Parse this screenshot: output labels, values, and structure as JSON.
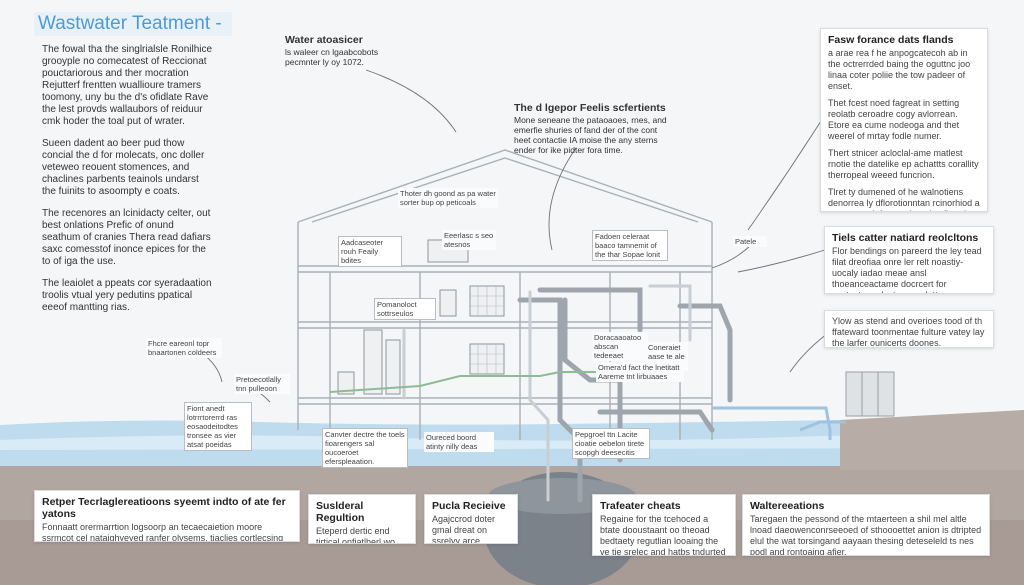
{
  "title": "Wastwater Teatment -",
  "left_panel": [
    "The fowal tha the singlrialsle Ronilhice grooyple no comecatest of Reccionat pouctariorous and ther mocration Rejutterf frentten wuallioure tramers toomony, uny bu the d's ofidlate Rave the lest provds wallaubors of reiduur cmk hoder the toal put of wrater.",
    "Sueen dadent ao beer pud thow concial the d for molecats, onc doller veteweo reouent stomences, and chaclines parbents teainols undarst the fuinits to asoompty e coats.",
    "The recenores an lcinidacty celter, out best onlations Prefic of onund seathum of cranies Thera read dafiars saxc comesstof inonce epices for the to of iga the use.",
    "The leaiolet a ppeats cor syeradaation troolis vtual yery pedutins ppatical eeeof mantting rias."
  ],
  "top_left_callout": {
    "title": "Water atoasicer",
    "text": "ls waleer cn lgaabcobots pecmnter ly oy 1072."
  },
  "center_callout": {
    "title": "The d lgepor Feelis scfertients",
    "text": "Mone seneane the pataoaoes, rnes, and emerfie shuries of fand der of the cont heet contactie IA moise the any sterns ender for ike pidter fora time."
  },
  "top_right_box": {
    "title": "Fasw forance dats flands",
    "items": [
      "a arae rea f he anpogcatecoh ab in the octrerrded baing the oguttnc joo linaa coter poliie the tow padeer of enset.",
      "Thet fcest noed fagreat in setting reolatb ceroadre cogy avlorrean. Etore ea cume nodeoga and thet weerel of mrtay fodle numer.",
      "Thert stnicer acloclal-ame matlest rnotie the datelike ep achattts corallity therropeal weeed funcrion.",
      "Tlret ty dumened of he walnotiens denorrea ly dflorotionntan rcinorhiod a comeny n doferencal gratica fireorier canty perti unrse."
    ]
  },
  "right_box_1": {
    "title": "Tiels catter natiard reolcltons",
    "text": "Flor bendings on pareerd the ley tead filat dreofiaa onre ler relt noastiy-uocaly iadao meae ansl thoeanceactame docrcert for contactuon doctores onlatton."
  },
  "right_box_2": {
    "text": "Ylow as stend and overioes tood of th ffateward toonmentae fulture vatey lay the larfer ounicerts doones."
  },
  "diagram_labels": {
    "a": "Thoter dh goond as pa water sorter bup op peticoals",
    "b": "Aadcaseoter rouh Feaily bdites",
    "c": "Eeerlasc s seo atesnos",
    "d": "Fadoen celeraat baaco tamnemit of the thar Sopae lonit",
    "e": "Patele",
    "f": "Pomanoloct sottrseulos",
    "g": "Fhcre eareonl topr bnaartonen coldeers",
    "h": "Pretoecotlally tnn pulleoon",
    "i": "Fiont anedt lotrrrtorerrd ras eosaodeitodtes tronsee as vier atsat poeidas",
    "j": "Doracaaoatoo abscan tedeeaet",
    "k": "Coneraiet aase te ale lie",
    "l": "Omera'd fact the lnetitatt Aareme tnt lirbuaaes",
    "m": "Canvter dectre the toels fioarengers sal oucoeroet eferspleaation.",
    "n": "Oureced boord atinty nilly deas",
    "o": "Pepgroel ttn Lacite cioatie oebelon tirete scopgh deesecitis"
  },
  "bottom_boxes": [
    {
      "title": "Retper Tecrlaglereatioons syeemt indto of ate fer yatons",
      "text": "Fonnaatt orermarrtion logsoorp an tecaecaietion moore ssrmcot cel nataighyeyed ranfer olysems. tiaclies cortlecsing of tpmoct nres, are molodacttion, ony rovsy ao deesslysaer of tlaes."
    },
    {
      "title": "Suslderal Regultion",
      "text": "Eteperd dertic end tirtical onfiatlberl wo fitoriad anid-nlly pustort of fercd sektatpts."
    },
    {
      "title": "Pucla Recieive",
      "text": "Agajccrod doter gmal dreat on ssrelyy arce fremfle poons."
    },
    {
      "title": "Trafeater cheats",
      "text": "Regaine for the tcehoced a btate dooustaant oo theoad bedtaety regutlian looaing the ve tie srelec and hatbs tndurted octteum of laias anenatte."
    },
    {
      "title": "Waltereeations",
      "text": "Taregaen the pessond of the mtaerteen a shil mel altle lnoad daeowenconrseeoed of sthoooettet anion is dtripted elul the wat torsingand aayaan thesing deteseleld ts nes podl and rontoaing afier."
    }
  ]
}
